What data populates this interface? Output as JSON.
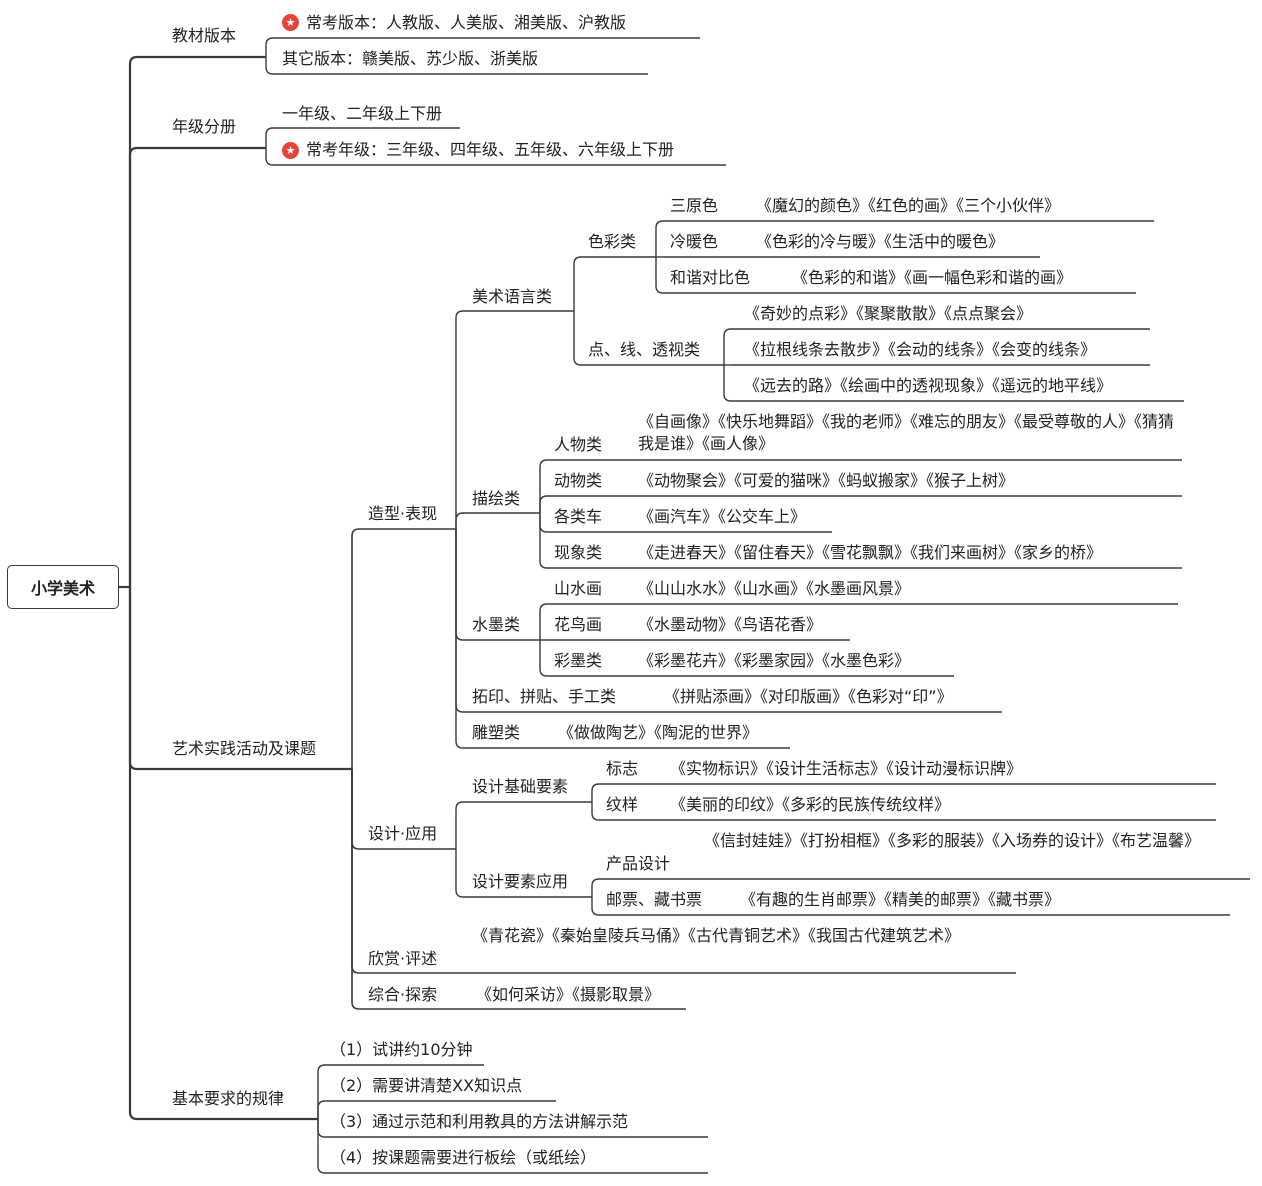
{
  "colors": {
    "line": "#3a3a3a",
    "text": "#222222",
    "star": "#e0463b"
  },
  "icons": {
    "star": "star-badge-icon"
  },
  "root": {
    "label": "小学美术"
  },
  "branches": {
    "textbook": {
      "label": "教材版本",
      "common": "常考版本：人教版、人美版、湘美版、沪教版",
      "other": "其它版本：赣美版、苏少版、浙美版"
    },
    "grade": {
      "label": "年级分册",
      "lower": "一年级、二年级上下册",
      "common": "常考年级：三年级、四年级、五年级、六年级上下册"
    },
    "practice": {
      "label": "艺术实践活动及课题",
      "shape": {
        "label": "造型·表现",
        "language": {
          "label": "美术语言类",
          "color": {
            "label": "色彩类",
            "primary": {
              "label": "三原色",
              "lessons": "《魔幻的颜色》《红色的画》《三个小伙伴》"
            },
            "warmcool": {
              "label": "冷暖色",
              "lessons": "《色彩的冷与暖》《生活中的暖色》"
            },
            "harmony": {
              "label": "和谐对比色",
              "lessons": "《色彩的和谐》《画一幅色彩和谐的画》"
            }
          },
          "dotline": {
            "label": "点、线、透视类",
            "l1": "《奇妙的点彩》《聚聚散散》《点点聚会》",
            "l2": "《拉根线条去散步》《会动的线条》《会变的线条》",
            "l3": "《远去的路》《绘画中的透视现象》《遥远的地平线》"
          }
        },
        "drawing": {
          "label": "描绘类",
          "people": {
            "label": "人物类",
            "lessons": "《自画像》《快乐地舞蹈》《我的老师》《难忘的朋友》《最受尊敬的人》《猜猜我是谁》《画人像》"
          },
          "animals": {
            "label": "动物类",
            "lessons": "《动物聚会》《可爱的猫咪》《蚂蚁搬家》《猴子上树》"
          },
          "cars": {
            "label": "各类车",
            "lessons": "《画汽车》《公交车上》"
          },
          "phenomena": {
            "label": "现象类",
            "lessons": "《走进春天》《留住春天》《雪花飘飘》《我们来画树》《家乡的桥》"
          }
        },
        "ink": {
          "label": "水墨类",
          "landscape": {
            "label": "山水画",
            "lessons": "《山山水水》《山水画》《水墨画风景》"
          },
          "flower": {
            "label": "花鸟画",
            "lessons": "《水墨动物》《鸟语花香》"
          },
          "colorink": {
            "label": "彩墨类",
            "lessons": "《彩墨花卉》《彩墨家园》《水墨色彩》"
          }
        },
        "print": {
          "label": "拓印、拼贴、手工类",
          "lessons": "《拼贴添画》《对印版画》《色彩对“印”》"
        },
        "sculpture": {
          "label": "雕塑类",
          "lessons": "《做做陶艺》《陶泥的世界》"
        }
      },
      "design": {
        "label": "设计·应用",
        "basic": {
          "label": "设计基础要素",
          "logo": {
            "label": "标志",
            "lessons": "《实物标识》《设计生活标志》《设计动漫标识牌》"
          },
          "pattern": {
            "label": "纹样",
            "lessons": "《美丽的印纹》《多彩的民族传统纹样》"
          }
        },
        "applied": {
          "label": "设计要素应用",
          "product": {
            "label": "产品设计",
            "lessons": "《信封娃娃》《打扮相框》《多彩的服装》《入场券的设计》《布艺温馨》"
          },
          "stamp": {
            "label": "邮票、藏书票",
            "lessons": "《有趣的生肖邮票》《精美的邮票》《藏书票》"
          }
        }
      },
      "appreciate": {
        "label": "欣赏·评述",
        "lessons": "《青花瓷》《秦始皇陵兵马俑》《古代青铜艺术》《我国古代建筑艺术》"
      },
      "explore": {
        "label": "综合·探索",
        "lessons": "《如何采访》《摄影取景》"
      }
    },
    "rules": {
      "label": "基本要求的规律",
      "r1": "（1）试讲约10分钟",
      "r2": "（2）需要讲清楚XX知识点",
      "r3": "（3）通过示范和利用教具的方法讲解示范",
      "r4": "（4）按课题需要进行板绘（或纸绘）"
    }
  }
}
